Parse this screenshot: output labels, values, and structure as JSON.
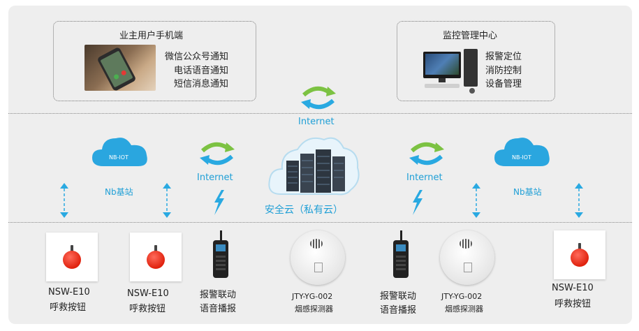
{
  "mobile_panel": {
    "title": "业主用户手机端",
    "items": [
      "微信公众号通知",
      "电话语音通知",
      "短信消息通知"
    ]
  },
  "monitor_panel": {
    "title": "监控管理中心",
    "items": [
      "报警定位",
      "消防控制",
      "设备管理"
    ]
  },
  "network": {
    "internet_top": "Internet",
    "internet_left": "Internet",
    "internet_right": "Internet",
    "cloud_label": "安全云（私有云）",
    "nbiot_left": "NB-IOT",
    "nbiot_right": "NB-IOT",
    "nb_station_left": "Nb基站",
    "nb_station_right": "Nb基站"
  },
  "devices": [
    {
      "model": "NSW-E10",
      "name": "呼救按钮"
    },
    {
      "model": "NSW-E10",
      "name": "呼救按钮"
    },
    {
      "model": "",
      "name": "报警联动",
      "name2": "语音播报"
    },
    {
      "model": "JTY-YG-002",
      "name": "烟感探测器"
    },
    {
      "model": "",
      "name": "报警联动",
      "name2": "语音播报"
    },
    {
      "model": "JTY-YG-002",
      "name": "烟感探测器"
    },
    {
      "model": "NSW-E10",
      "name": "呼救按钮"
    }
  ],
  "colors": {
    "accent": "#1f9fd6",
    "green": "#7cc242",
    "button_red": "#e0220e"
  }
}
